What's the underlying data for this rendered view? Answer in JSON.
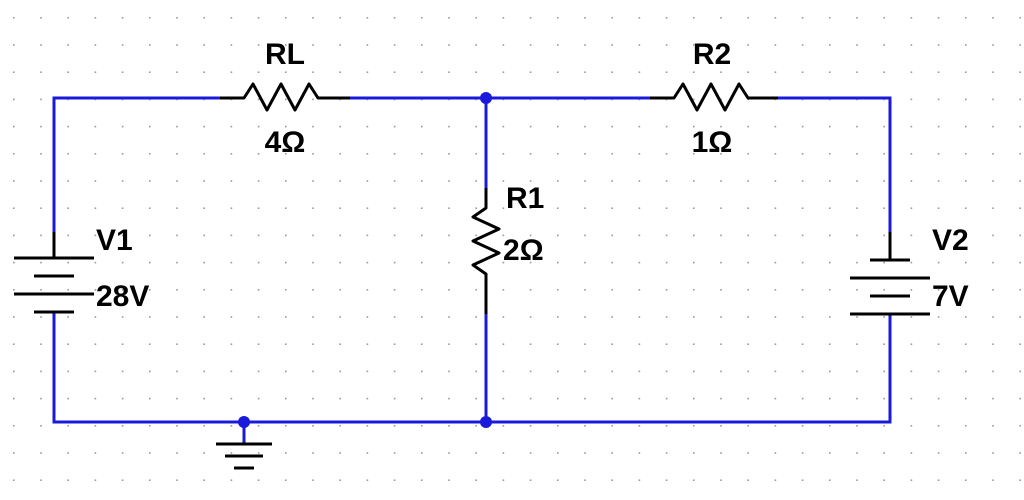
{
  "schematic": {
    "colors": {
      "wire": "#1a1adb",
      "junction": "#1a1adb",
      "component": "#000000",
      "grid_dot": "#9a9a9a",
      "background": "#ffffff"
    },
    "components": {
      "rl": {
        "name": "RL",
        "value": "4Ω",
        "type": "resistor"
      },
      "r2": {
        "name": "R2",
        "value": "1Ω",
        "type": "resistor"
      },
      "r1": {
        "name": "R1",
        "value": "2Ω",
        "type": "resistor"
      },
      "v1": {
        "name": "V1",
        "value": "28V",
        "type": "dc-voltage-source"
      },
      "v2": {
        "name": "V2",
        "value": "7V",
        "type": "dc-voltage-source"
      }
    },
    "ground": {
      "type": "ground-symbol"
    }
  }
}
